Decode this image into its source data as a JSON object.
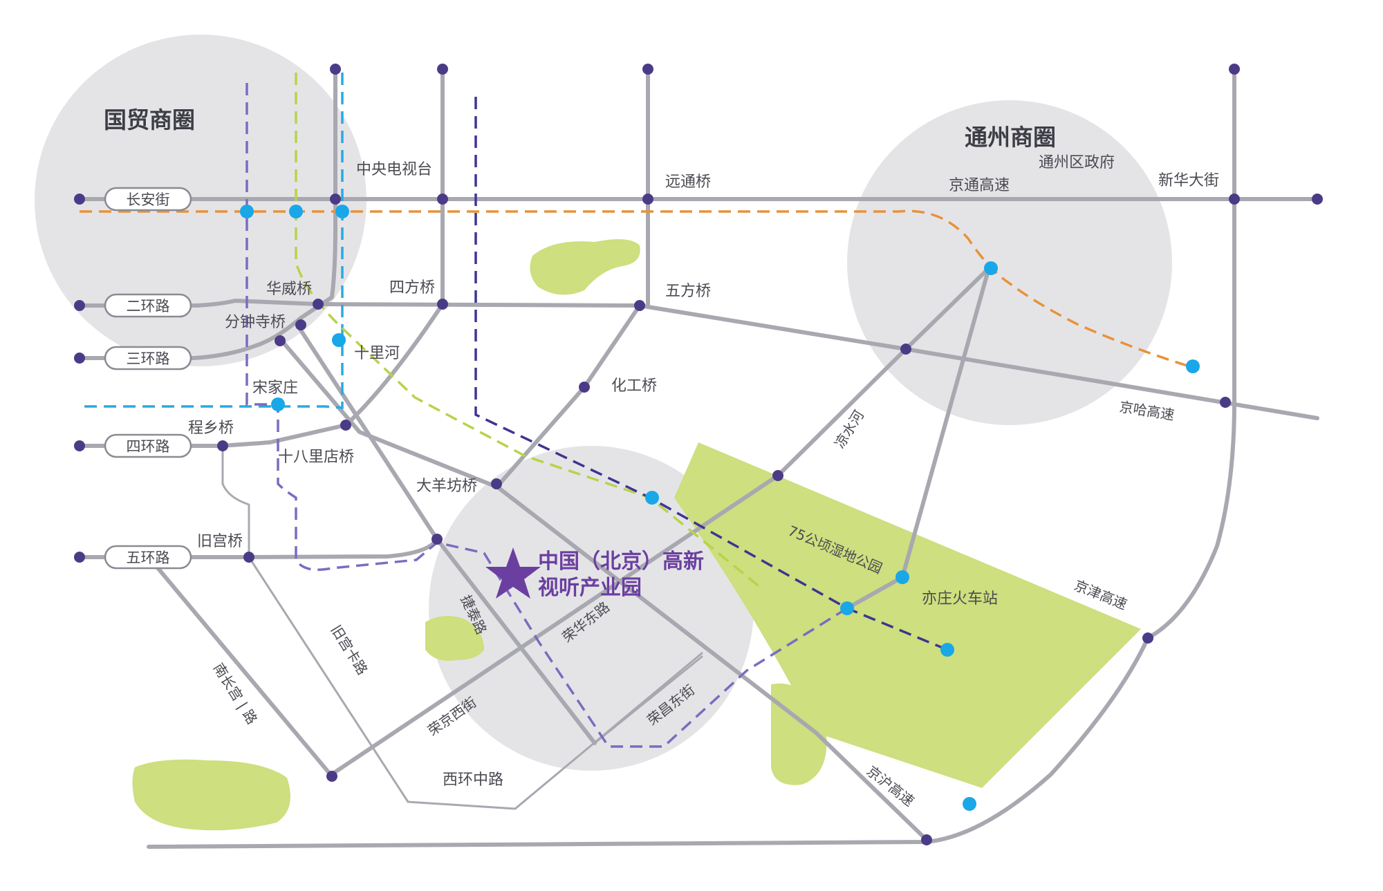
{
  "map": {
    "districts": {
      "guomao": "国贸商圈",
      "tongzhou": "通州商圈"
    },
    "park": {
      "line1": "中国（北京）高新",
      "line2": "视听产业园"
    },
    "ring_roads": {
      "changan": "长安街",
      "ring2": "二环路",
      "ring3": "三环路",
      "ring4": "四环路",
      "ring5": "五环路"
    },
    "labels": {
      "cctv": "中央电视台",
      "yuantong": "远通桥",
      "jingtong": "京通高速",
      "tongzhou_gov": "通州区政府",
      "xinhua": "新华大街",
      "huawei": "华威桥",
      "sifang": "四方桥",
      "wufang": "五方桥",
      "fenzhongsi": "分钟寺桥",
      "shilihe": "十里河",
      "huagong": "化工桥",
      "songjiazhuang": "宋家庄",
      "chengxiang": "程乡桥",
      "shibalidian": "十八里店桥",
      "jingha": "京哈高速",
      "liangshuihe": "凉水河",
      "dayangfang": "大羊坊桥",
      "jiuxiao": "旧宫桥",
      "park75": "75公顷湿地公园",
      "yizhuang_station": "亦庄火车站",
      "jingjin": "京津高速",
      "zhuochang": "捷泰路",
      "ronghua_e": "荣华东路",
      "liangma": "旧宫卡路",
      "ronghua_w": "荣京西街",
      "rongchang_e": "荣昌东街",
      "nanzhu": "南长宫 | 路",
      "xihuan_zhong": "西环中路",
      "jinghu": "京沪高速"
    },
    "icons": {
      "park_marker": "star-icon",
      "junction": "junction-dot-icon",
      "station": "subway-station-icon"
    },
    "colors": {
      "road": "#a8a8b0",
      "junction": "#4b3b87",
      "station": "#1aa7e8",
      "district_circle": "#e4e4e7",
      "green_area": "#cddf7e",
      "park_marker": "#6b3fa0",
      "metro_orange": "#e8923a",
      "metro_cyan": "#2aa9e0",
      "metro_lime": "#b7d34a",
      "metro_navy": "#3d3592",
      "metro_purple": "#7a6cc0"
    }
  }
}
